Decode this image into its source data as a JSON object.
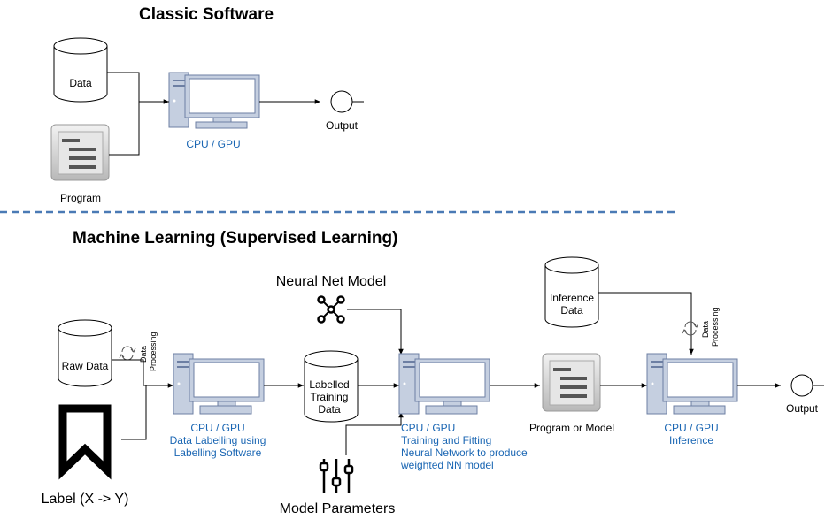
{
  "classic": {
    "title": "Classic Software",
    "data_label": "Data",
    "program_label": "Program",
    "cpu_label": "CPU / GPU",
    "output_label": "Output"
  },
  "ml": {
    "title": "Machine Learning (Supervised Learning)",
    "raw_data_label": "Raw Data",
    "label_label": "Label (X -> Y)",
    "data_processing_1": "Data",
    "data_processing_2": "Processing",
    "cpu1": {
      "line1": "CPU / GPU",
      "line2": "Data Labelling using",
      "line3": "Labelling Software"
    },
    "labelled": {
      "line1": "Labelled",
      "line2": "Training",
      "line3": "Data"
    },
    "neural_net_label": "Neural Net Model",
    "model_params_label": "Model Parameters",
    "cpu2": {
      "line1": "CPU / GPU",
      "line2": "Training and Fitting",
      "line3": "Neural Network to produce",
      "line4": "weighted NN model"
    },
    "program_model_label": "Program or Model",
    "inference_data": {
      "line1": "Inference",
      "line2": "Data"
    },
    "cpu3": {
      "line1": "CPU / GPU",
      "line2": "Inference"
    },
    "output_label": "Output"
  },
  "colors": {
    "accent_blue": "#1a66b3",
    "divider": "#4a7ab5",
    "computer_fill": "#c5cfe0",
    "computer_stroke": "#6d7fa3"
  }
}
